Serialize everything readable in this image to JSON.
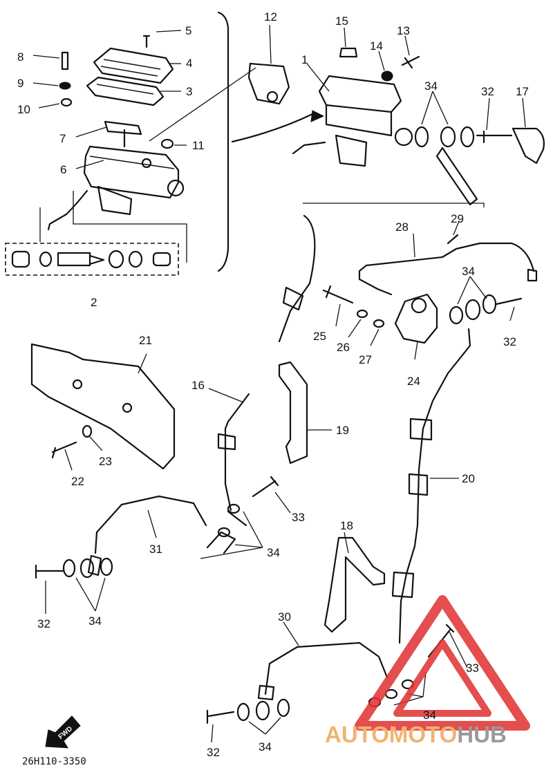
{
  "diagram": {
    "labels": [
      {
        "id": "l1",
        "text": "1"
      },
      {
        "id": "l2",
        "text": "2"
      },
      {
        "id": "l3",
        "text": "3"
      },
      {
        "id": "l4",
        "text": "4"
      },
      {
        "id": "l5",
        "text": "5"
      },
      {
        "id": "l6",
        "text": "6"
      },
      {
        "id": "l7",
        "text": "7"
      },
      {
        "id": "l8",
        "text": "8"
      },
      {
        "id": "l9",
        "text": "9"
      },
      {
        "id": "l10",
        "text": "10"
      },
      {
        "id": "l11",
        "text": "11"
      },
      {
        "id": "l12",
        "text": "12"
      },
      {
        "id": "l13",
        "text": "13"
      },
      {
        "id": "l14",
        "text": "14"
      },
      {
        "id": "l15",
        "text": "15"
      },
      {
        "id": "l16",
        "text": "16"
      },
      {
        "id": "l17",
        "text": "17"
      },
      {
        "id": "l18",
        "text": "18"
      },
      {
        "id": "l19",
        "text": "19"
      },
      {
        "id": "l20",
        "text": "20"
      },
      {
        "id": "l21",
        "text": "21"
      },
      {
        "id": "l22",
        "text": "22"
      },
      {
        "id": "l23",
        "text": "23"
      },
      {
        "id": "l24",
        "text": "24"
      },
      {
        "id": "l25",
        "text": "25"
      },
      {
        "id": "l26",
        "text": "26"
      },
      {
        "id": "l27",
        "text": "27"
      },
      {
        "id": "l28",
        "text": "28"
      },
      {
        "id": "l29",
        "text": "29"
      },
      {
        "id": "l30",
        "text": "30"
      },
      {
        "id": "l31",
        "text": "31"
      },
      {
        "id": "l32a",
        "text": "32"
      },
      {
        "id": "l32b",
        "text": "32"
      },
      {
        "id": "l32c",
        "text": "32"
      },
      {
        "id": "l32d",
        "text": "32"
      },
      {
        "id": "l33a",
        "text": "33"
      },
      {
        "id": "l33b",
        "text": "33"
      },
      {
        "id": "l34a",
        "text": "34"
      },
      {
        "id": "l34b",
        "text": "34"
      },
      {
        "id": "l34c",
        "text": "34"
      },
      {
        "id": "l34d",
        "text": "34"
      },
      {
        "id": "l34e",
        "text": "34"
      },
      {
        "id": "l34f",
        "text": "34"
      }
    ],
    "fwd_text": "FWD",
    "drawing_code": "26H110-3350"
  },
  "watermark": {
    "text_orange": "AUTOMOTO",
    "text_gray": "HUB",
    "color_orange": "#f0b470",
    "color_gray": "#9a9a9a",
    "color_red": "#e03030"
  }
}
